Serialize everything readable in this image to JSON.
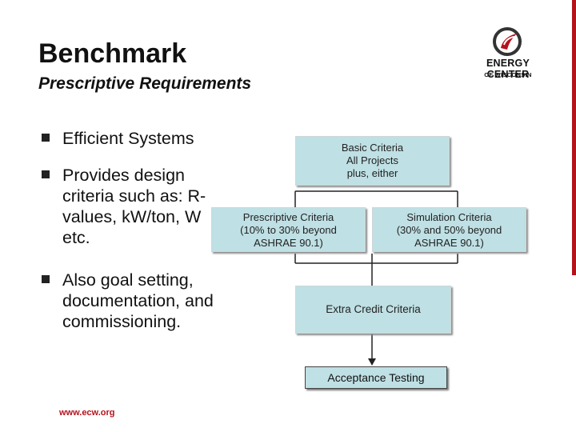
{
  "title": "Benchmark",
  "subtitle": "Prescriptive Requirements",
  "logo": {
    "line1": "ENERGY CENTER",
    "line2": "OF WISCONSIN",
    "colors": {
      "dark": "#333333",
      "accent": "#b5121b"
    }
  },
  "bullets": [
    {
      "lines": [
        "Efficient Systems"
      ]
    },
    {
      "lines": [
        "Provides design",
        "criteria such as: R-",
        "values, kW/ton, W",
        "etc."
      ]
    },
    {
      "lines": [
        "Also goal setting,",
        "documentation, and",
        "commissioning."
      ]
    }
  ],
  "flowchart": {
    "basic": [
      "Basic Criteria",
      "All Projects",
      "plus, either"
    ],
    "prescriptive": [
      "Prescriptive Criteria",
      "(10% to 30% beyond",
      "ASHRAE 90.1)"
    ],
    "simulation": [
      "Simulation Criteria",
      "(30% and 50% beyond",
      "ASHRAE 90.1)"
    ],
    "extra_credit": "Extra Credit Criteria",
    "acceptance": "Acceptance Testing"
  },
  "footer": "www.ecw.org",
  "colors": {
    "box_fill": "#bfe0e4",
    "brand_red": "#b5121b"
  }
}
